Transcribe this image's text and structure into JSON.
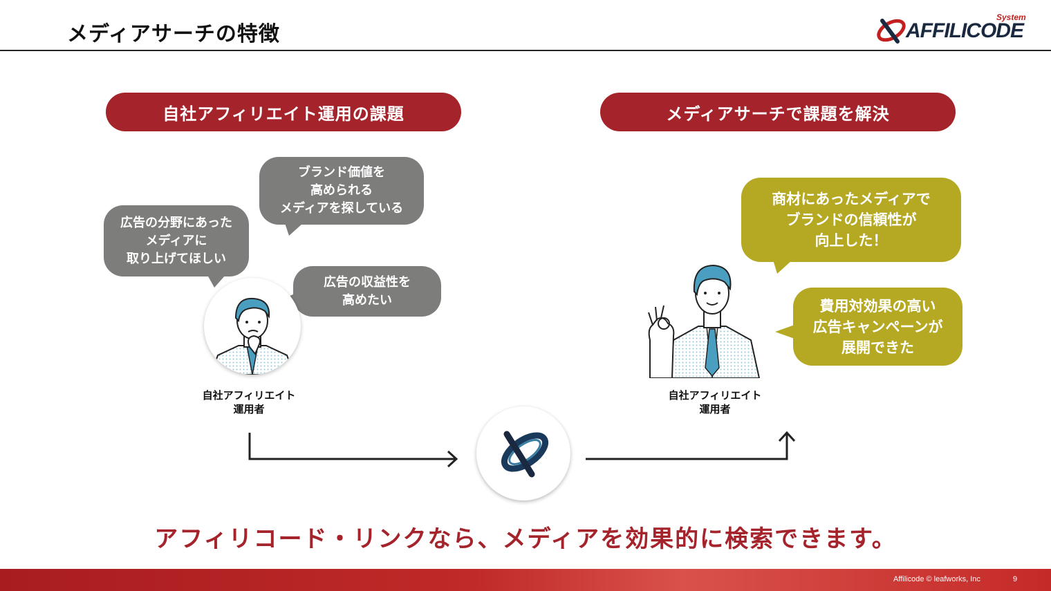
{
  "header": {
    "title": "メディアサーチの特徴",
    "logo_system": "System",
    "logo_name": "AFFILICODE"
  },
  "left": {
    "heading": "自社アフィリエイト運用の課題",
    "bubbles": [
      {
        "lines": [
          "広告の分野にあった",
          "メディアに",
          "取り上げてほしい"
        ]
      },
      {
        "lines": [
          "ブランド価値を",
          "高められる",
          "メディアを探している"
        ]
      },
      {
        "lines": [
          "広告の収益性を",
          "高めたい"
        ]
      }
    ],
    "person_caption": [
      "自社アフィリエイト",
      "運用者"
    ]
  },
  "right": {
    "heading": "メディアサーチで課題を解決",
    "bubbles": [
      {
        "lines": [
          "商材にあったメディアで",
          "ブランドの信頼性が",
          "向上した！"
        ]
      },
      {
        "lines": [
          "費用対効果の高い",
          "広告キャンペーンが",
          "展開できた"
        ]
      }
    ],
    "person_caption": [
      "自社アフィリエイト",
      "運用者"
    ]
  },
  "tagline": "アフィリコード・リンクなら、メディアを効果的に検索できます。",
  "footer": {
    "credit": "Affilicode © leafworks, Inc",
    "page": "9"
  },
  "colors": {
    "accent_red": "#a5232a",
    "bubble_gray": "#7d7d7b",
    "bubble_olive": "#b5a823",
    "logo_navy": "#1a2940"
  }
}
